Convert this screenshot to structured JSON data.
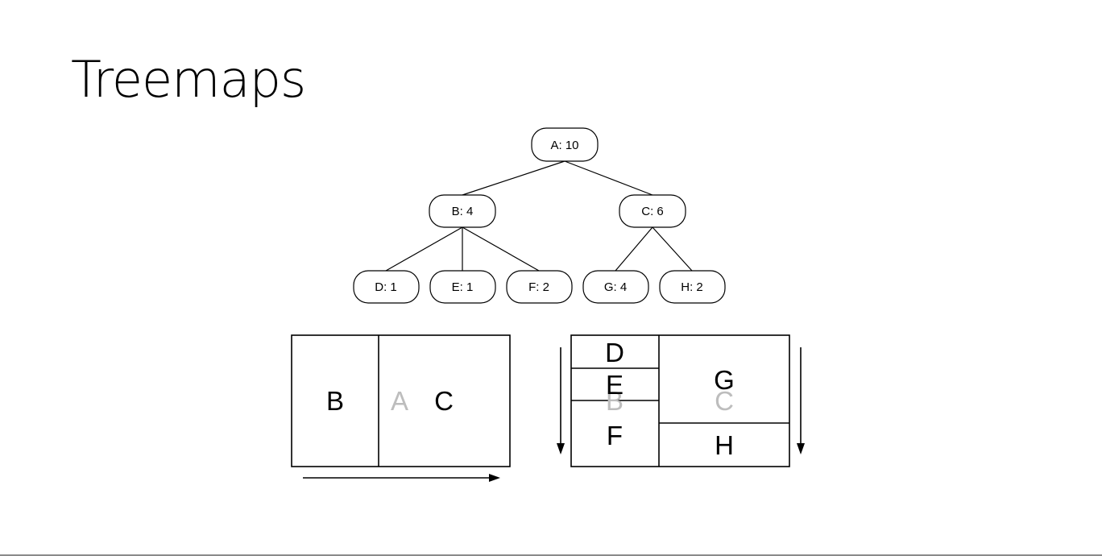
{
  "title": "Treemaps",
  "tree": {
    "nodes": {
      "A": "A: 10",
      "B": "B: 4",
      "C": "C: 6",
      "D": "D: 1",
      "E": "E: 1",
      "F": "F: 2",
      "G": "G: 4",
      "H": "H: 2"
    }
  },
  "treemap_horizontal": {
    "labels": {
      "B": "B",
      "A": "A",
      "C": "C"
    }
  },
  "treemap_vertical": {
    "labels": {
      "D": "D",
      "E": "E",
      "F": "F",
      "B": "B",
      "G": "G",
      "C": "C",
      "H": "H"
    }
  },
  "colors": {
    "ghost_label": "#bdbdbd",
    "line": "#000000"
  }
}
